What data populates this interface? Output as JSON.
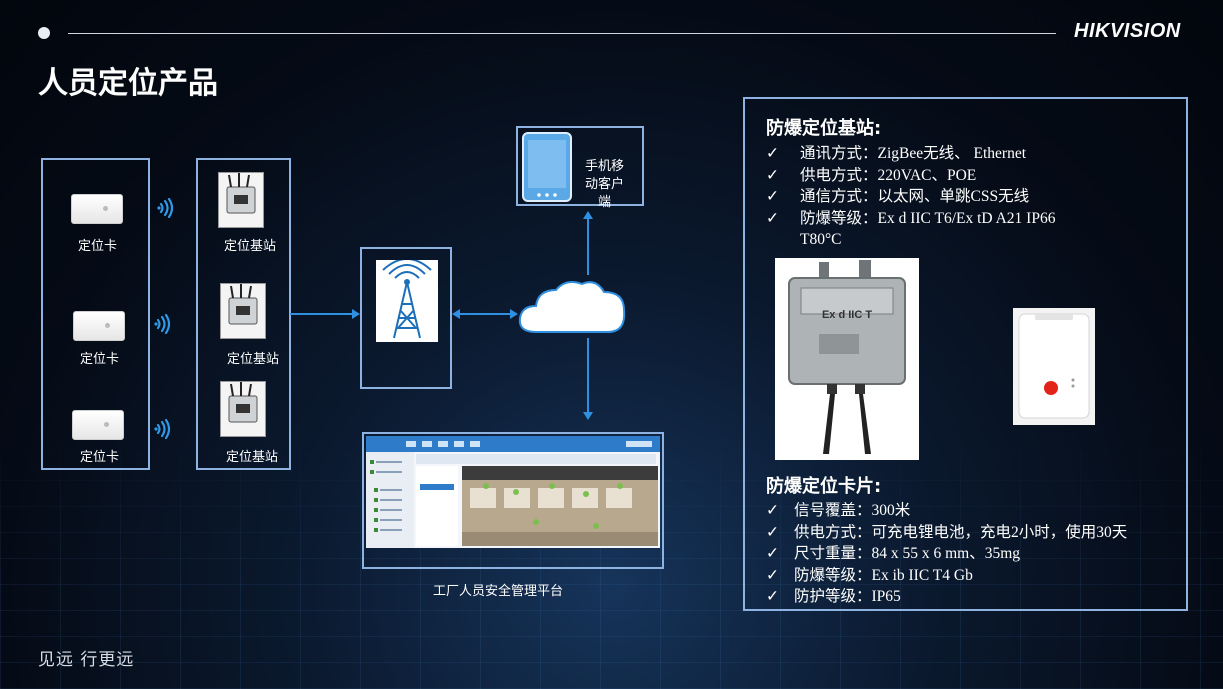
{
  "header": {
    "logo": "HIKVISION",
    "title": "人员定位产品"
  },
  "footer": {
    "slogan": "见远 行更远"
  },
  "diagram": {
    "card_label": "定位卡",
    "station_label": "定位基站",
    "phone_label_lines": [
      "手机移",
      "动客户",
      "端"
    ],
    "platform_label": "工厂人员安全管理平台"
  },
  "info": {
    "station_title": "防爆定位基站:",
    "station_specs": [
      "通讯方式：ZigBee无线、 Ethernet",
      "供电方式：220VAC、POE",
      "通信方式：以太网、单跳CSS无线",
      "防爆等级：Ex d IIC T6/Ex tD A21 IP66"
    ],
    "station_specs_cont": "T80°C",
    "card_title": "防爆定位卡片:",
    "card_specs": [
      "信号覆盖：300米",
      "供电方式：可充电锂电池，充电2小时，使用30天",
      "尺寸重量：84 x 55 x 6 mm、35mg",
      "防爆等级：Ex ib IIC T4 Gb",
      "防护等级：IP65"
    ],
    "check": "✓",
    "station_box_text": "Ex d IIC T"
  },
  "colors": {
    "panel_border": "#8fb3e0",
    "arrow": "#2f8fe0",
    "accent_red": "#e2231a"
  }
}
